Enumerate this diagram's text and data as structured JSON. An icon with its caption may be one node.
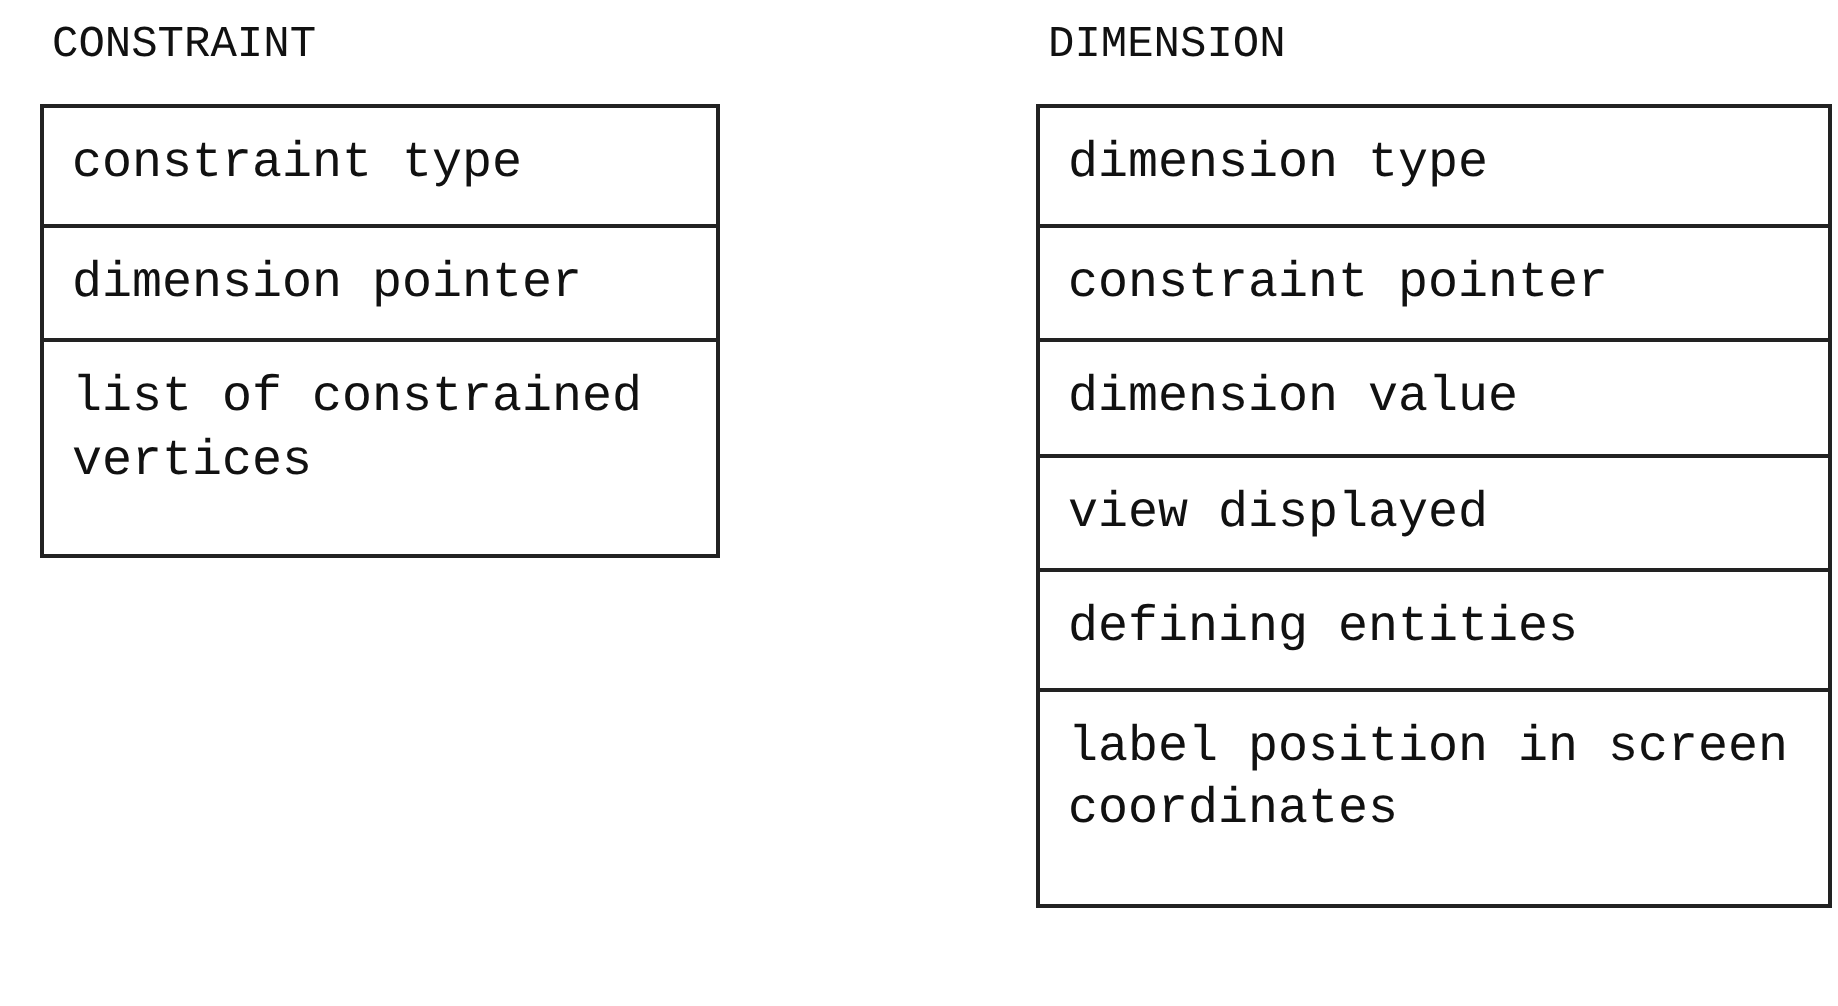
{
  "diagram": {
    "nodes": [
      {
        "text": [
          "CONSTRAINT"
        ]
      },
      {
        "text": [
          "constraint type"
        ],
        "in": 0
      },
      {
        "text": [
          "dimension pointer"
        ],
        "in": 0
      },
      {
        "text": [
          "list of constrained vertices"
        ],
        "in": 0
      },
      {
        "text": [
          "DIMENSION"
        ]
      },
      {
        "text": [
          "dimension type"
        ],
        "in": 4
      },
      {
        "text": [
          "constraint pointer"
        ],
        "in": 4
      },
      {
        "text": [
          "dimension value"
        ],
        "in": 4
      },
      {
        "text": [
          "view displayed"
        ],
        "in": 4
      },
      {
        "text": [
          "defining entities"
        ],
        "in": 4
      },
      {
        "text": [
          "label position in screen coordinates"
        ],
        "in": 4
      }
    ]
  }
}
